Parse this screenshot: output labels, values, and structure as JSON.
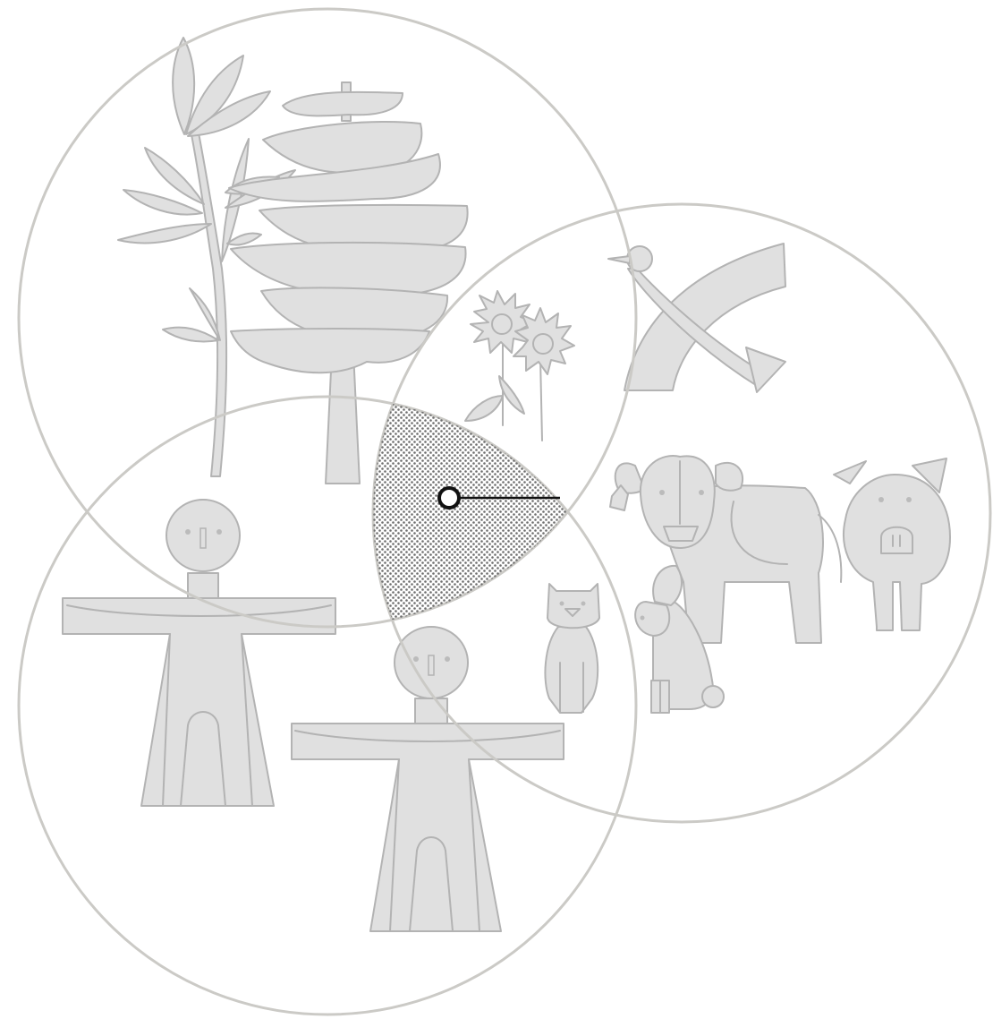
{
  "diagram": {
    "circles": [
      {
        "id": "plants",
        "stroke": "#cbcac6"
      },
      {
        "id": "animals",
        "stroke": "#cbcac6"
      },
      {
        "id": "humans",
        "stroke": "#cbcac6"
      }
    ],
    "figures": [
      "fern-plant",
      "pine-tree",
      "flowers",
      "heron",
      "cow",
      "pig",
      "rabbit",
      "cat",
      "person-left",
      "person-right"
    ],
    "intersection": {
      "fill": "stippled",
      "dot_color": "#6e6e6e"
    },
    "pointer": {
      "color": "#111111"
    },
    "colors": {
      "figure_fill": "#e0e0e0",
      "figure_stroke": "#b3b3b3",
      "background": "#ffffff"
    }
  }
}
